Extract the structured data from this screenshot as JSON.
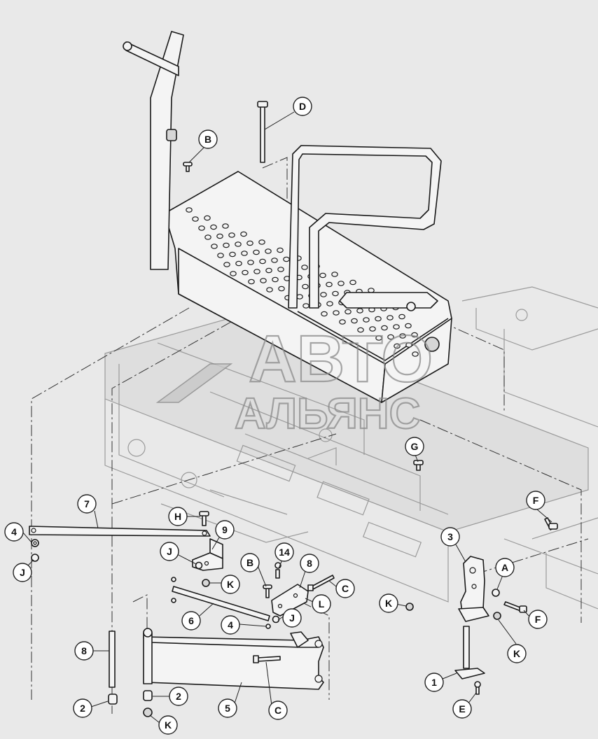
{
  "watermark": {
    "line1": "АВТО",
    "line2": "АЛЬЯНС"
  },
  "callouts": [
    {
      "id": "c-D",
      "label": "D"
    },
    {
      "id": "c-B-top",
      "label": "B"
    },
    {
      "id": "c-G",
      "label": "G"
    },
    {
      "id": "c-7",
      "label": "7"
    },
    {
      "id": "c-H",
      "label": "H"
    },
    {
      "id": "c-4-left",
      "label": "4"
    },
    {
      "id": "c-J-left",
      "label": "J"
    },
    {
      "id": "c-9",
      "label": "9"
    },
    {
      "id": "c-J-mid",
      "label": "J"
    },
    {
      "id": "c-K-mid",
      "label": "K"
    },
    {
      "id": "c-B-mid",
      "label": "B"
    },
    {
      "id": "c-14",
      "label": "14"
    },
    {
      "id": "c-8-mid",
      "label": "8"
    },
    {
      "id": "c-C-mid",
      "label": "C"
    },
    {
      "id": "c-L",
      "label": "L"
    },
    {
      "id": "c-6",
      "label": "6"
    },
    {
      "id": "c-4-mid",
      "label": "4"
    },
    {
      "id": "c-J-low",
      "label": "J"
    },
    {
      "id": "c-F-top",
      "label": "F"
    },
    {
      "id": "c-3",
      "label": "3"
    },
    {
      "id": "c-A",
      "label": "A"
    },
    {
      "id": "c-K-right1",
      "label": "K"
    },
    {
      "id": "c-F-right",
      "label": "F"
    },
    {
      "id": "c-K-right2",
      "label": "K"
    },
    {
      "id": "c-8-left",
      "label": "8"
    },
    {
      "id": "c-2-left",
      "label": "2"
    },
    {
      "id": "c-2-mid",
      "label": "2"
    },
    {
      "id": "c-K-bottom",
      "label": "K"
    },
    {
      "id": "c-5",
      "label": "5"
    },
    {
      "id": "c-C-bottom",
      "label": "C"
    },
    {
      "id": "c-1",
      "label": "1"
    },
    {
      "id": "c-E",
      "label": "E"
    }
  ]
}
